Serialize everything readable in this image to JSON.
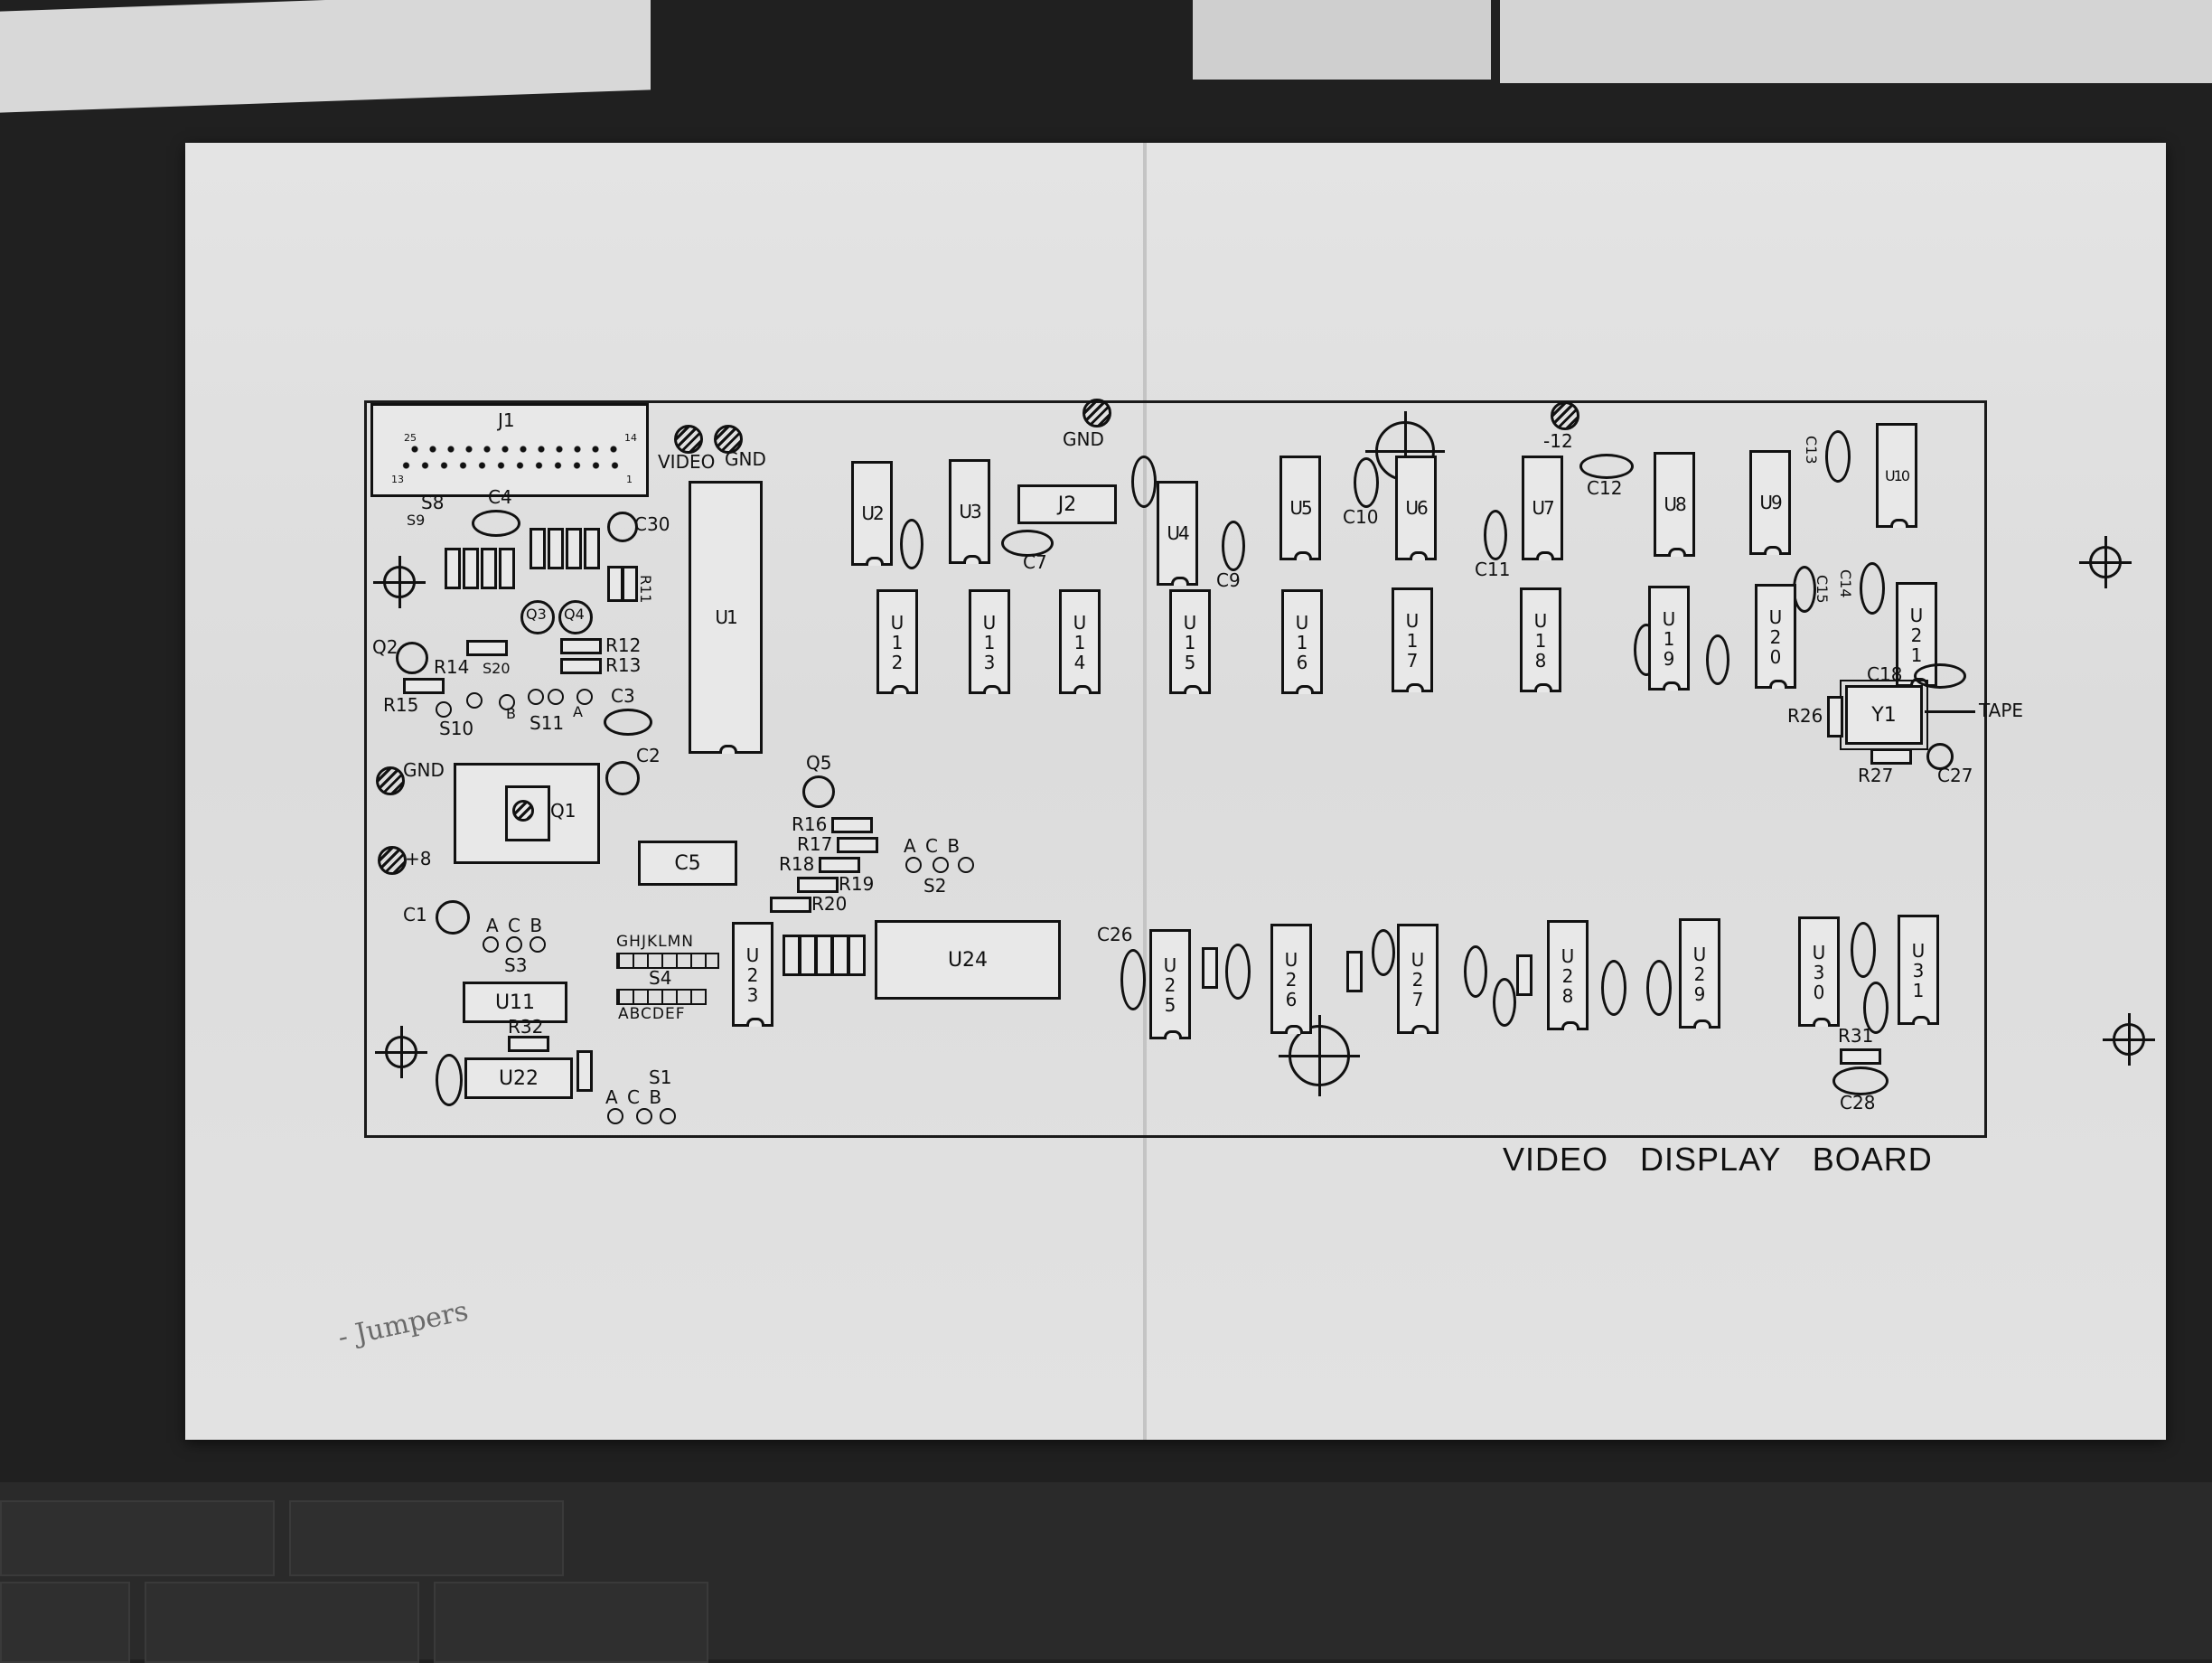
{
  "title": "VIDEO DISPLAY BOARD",
  "handwritten_note": "- Jumpers",
  "connector": {
    "label": "J1",
    "pin_left_top": "25",
    "pin_right_top": "14",
    "pin_left_bottom": "13",
    "pin_right_bottom": "1"
  },
  "labels": {
    "video": "VIDEO",
    "gnd": "GND",
    "gnd_top": "GND",
    "minus12": "-12",
    "gnd_left": "GND",
    "plus8": "+8",
    "tape": "TAPE",
    "y1": "Y1",
    "c5": "C5",
    "q1": "Q1",
    "j2": "J2",
    "s4_top": "GHJKLMN",
    "s4": "S4",
    "s4_bottom": "ABCDEF",
    "acb1": "A C B",
    "acb2": "A C B",
    "acb3": "A C B",
    "s1": "S1",
    "s2": "S2",
    "s3": "S3",
    "r32": "R32",
    "r31": "R31",
    "c28": "C28",
    "c18": "C18",
    "r26": "R26",
    "r27": "R27",
    "c27": "C27",
    "c1": "C1",
    "c2": "C2",
    "c3": "C3",
    "c4": "C4",
    "c30": "C30",
    "c7": "C7",
    "c9": "C9",
    "c10": "C10",
    "c11": "C11",
    "c12": "C12",
    "c13": "C13",
    "c14": "C14",
    "c15": "C15",
    "c26": "C26",
    "q2": "Q2",
    "q3": "Q3",
    "q4": "Q4",
    "q5": "Q5",
    "r14": "R14",
    "r15": "R15",
    "r12": "R12",
    "r13": "R13",
    "r11": "R11",
    "r16": "R16",
    "r17": "R17",
    "r18": "R18",
    "r19": "R19",
    "r20": "R20",
    "s8": "S8",
    "s9": "S9",
    "s10": "S10",
    "s11": "S11",
    "sb": "B",
    "sa": "A",
    "s20": "S20"
  },
  "chips": {
    "u1": "U1",
    "u2": "U2",
    "u3": "U3",
    "u4": "U4",
    "u5": "U5",
    "u6": "U6",
    "u7": "U7",
    "u8": "U8",
    "u9": "U9",
    "u10": "U10",
    "u11": "U11",
    "u12": "U12",
    "u13": "U13",
    "u14": "U14",
    "u15": "U15",
    "u16": "U16",
    "u17": "U17",
    "u18": "U18",
    "u19": "U19",
    "u20": "U20",
    "u21": "U21",
    "u22": "U22",
    "u23": "U23",
    "u24": "U24",
    "u25": "U25",
    "u26": "U26",
    "u27": "U27",
    "u28": "U28",
    "u29": "U29",
    "u30": "U30",
    "u31": "U31"
  }
}
